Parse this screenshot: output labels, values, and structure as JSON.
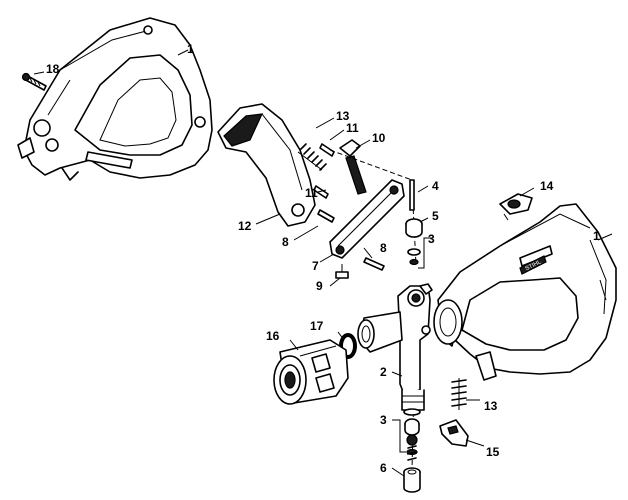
{
  "callouts": {
    "c1a": "1",
    "c1b": "1",
    "c2": "2",
    "c3a": "3",
    "c3b": "3",
    "c4": "4",
    "c5": "5",
    "c6": "6",
    "c7": "7",
    "c8a": "8",
    "c8b": "8",
    "c9": "9",
    "c10": "10",
    "c11a": "11",
    "c11b": "11",
    "c12": "12",
    "c13a": "13",
    "c13b": "13",
    "c14": "14",
    "c15": "15",
    "c16": "16",
    "c17": "17",
    "c18": "18"
  },
  "brand_mark": "STIHL"
}
